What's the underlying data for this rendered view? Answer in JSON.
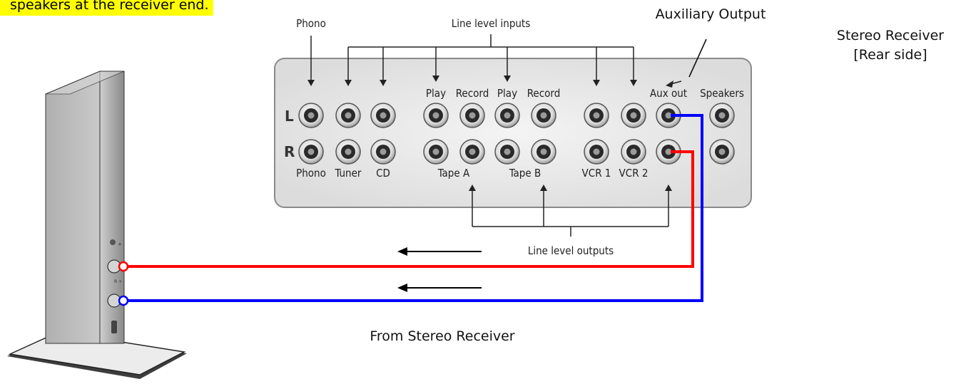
{
  "note": "speakers at the receiver end.",
  "receiver": {
    "title_line1": "Stereo Receiver",
    "title_line2": "[Rear side]",
    "aux_output_label": "Auxiliary Output",
    "from_label": "From Stereo Receiver"
  },
  "panel": {
    "top_label_phono": "Phono",
    "top_label_line_inputs": "Line level inputs",
    "bottom_label_line_outputs": "Line level outputs",
    "row_L": "L",
    "row_R": "R",
    "sublabels": {
      "play_a": "Play",
      "record_a": "Record",
      "play_b": "Play",
      "record_b": "Record",
      "aux_out": "Aux out",
      "speakers": "Speakers"
    },
    "bottom_names": {
      "phono": "Phono",
      "tuner": "Tuner",
      "cd": "CD",
      "tape_a": "Tape A",
      "tape_b": "Tape B",
      "vcr1": "VCR 1",
      "vcr2": "VCR 2"
    }
  },
  "colors": {
    "left_cable": "#0000ff",
    "right_cable": "#ff0000",
    "note_highlight": "#ffff00"
  },
  "icons": [
    "arrow-left-icon",
    "rca-jack-icon",
    "speaker-stand-icon"
  ]
}
